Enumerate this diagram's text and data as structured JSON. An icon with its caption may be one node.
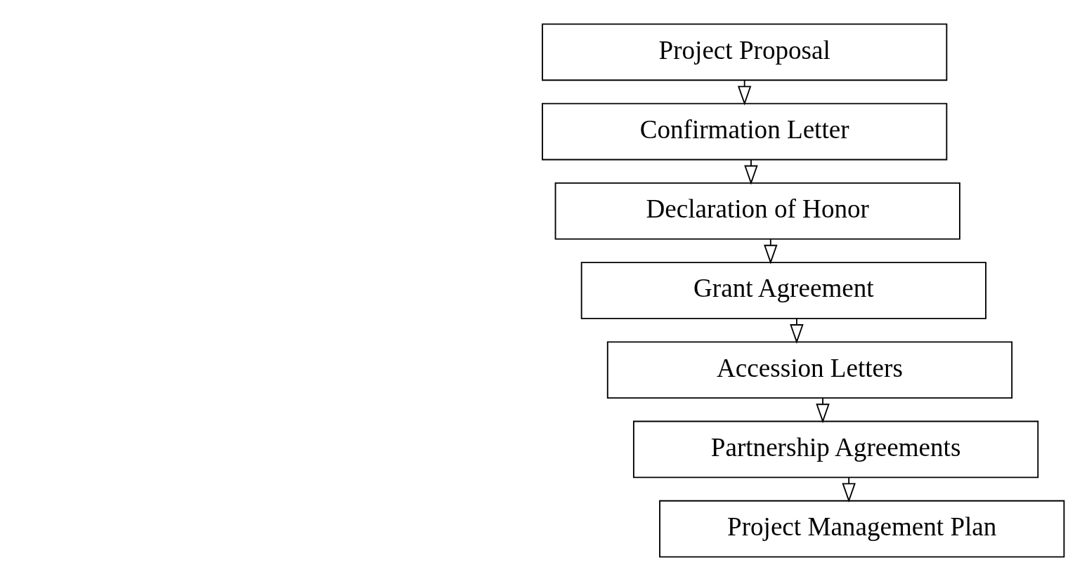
{
  "diagram": {
    "nodes": [
      {
        "text": [
          "Project Proposal"
        ]
      },
      {
        "text": [
          "Confirmation Letter"
        ]
      },
      {
        "text": [
          "Declaration of Honor"
        ]
      },
      {
        "text": [
          "Grant Agreement"
        ]
      },
      {
        "text": [
          "Accession Letters"
        ]
      },
      {
        "text": [
          "Partnership Agreements"
        ]
      },
      {
        "text": [
          "Project Management Plan"
        ]
      }
    ],
    "edges": [
      {
        "from": 0,
        "to": 1,
        "arrow": "to"
      },
      {
        "from": 1,
        "to": 2,
        "arrow": "to"
      },
      {
        "from": 2,
        "to": 3,
        "arrow": "to"
      },
      {
        "from": 3,
        "to": 4,
        "arrow": "to"
      },
      {
        "from": 4,
        "to": 5,
        "arrow": "to"
      },
      {
        "from": 5,
        "to": 6,
        "arrow": "to"
      }
    ]
  }
}
